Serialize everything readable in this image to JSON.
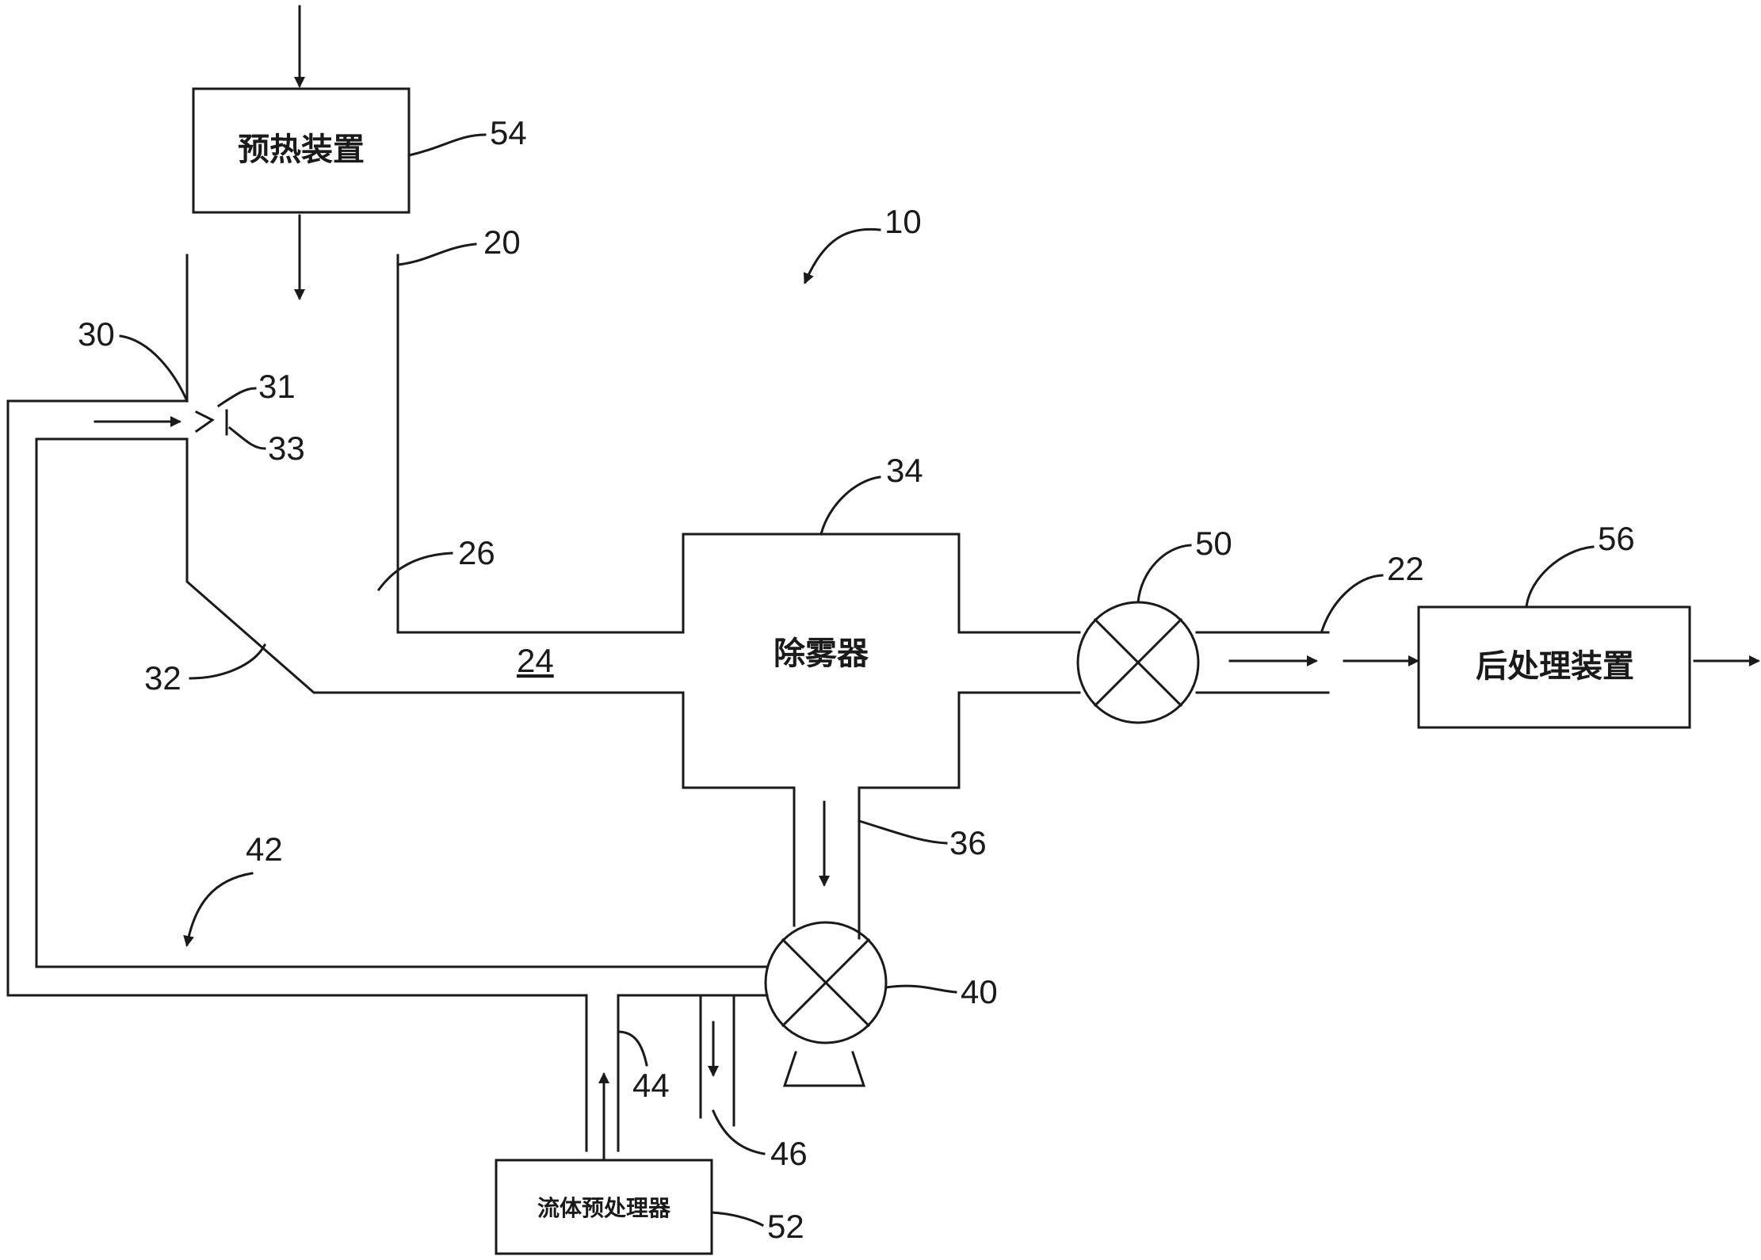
{
  "boxes": {
    "preheat": "预热装置",
    "demister": "除雾器",
    "posttreat": "后处理装置",
    "fluid_pretreat": "流体预处理器"
  },
  "refs": {
    "r10": "10",
    "r20": "20",
    "r22": "22",
    "r24": "24",
    "r26": "26",
    "r30": "30",
    "r31": "31",
    "r32": "32",
    "r33": "33",
    "r34": "34",
    "r36": "36",
    "r40": "40",
    "r42": "42",
    "r44": "44",
    "r46": "46",
    "r50": "50",
    "r52": "52",
    "r54": "54",
    "r56": "56"
  }
}
